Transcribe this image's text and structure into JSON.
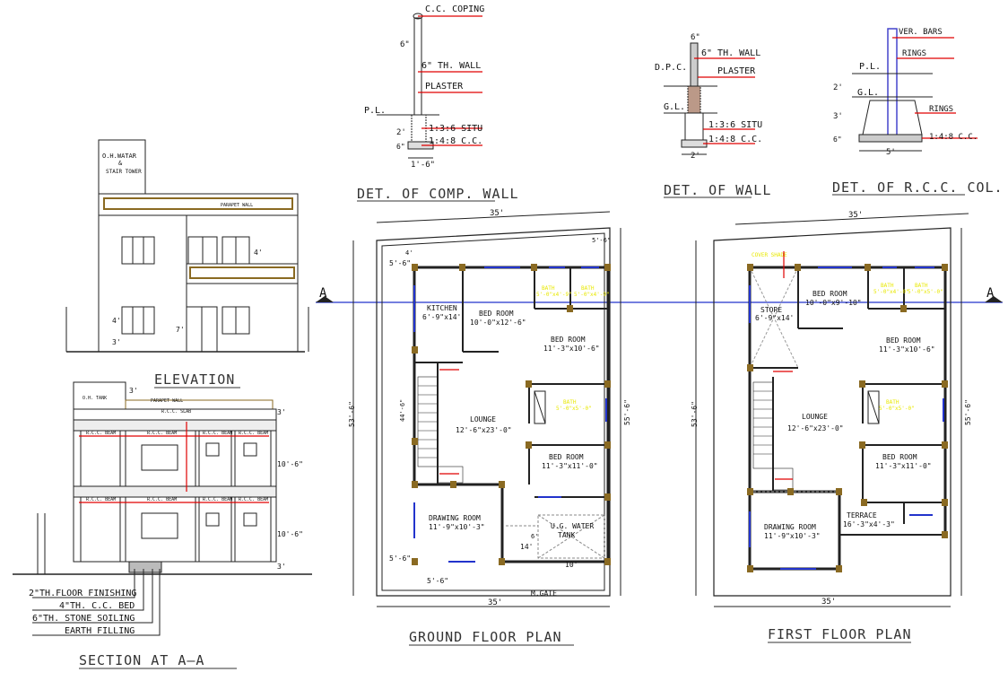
{
  "colors": {
    "accent_red": "#e00000",
    "section_line": "#2233cc",
    "door_brown": "#8a6a22",
    "room_label_yellow": "#e8e800"
  },
  "comp_wall": {
    "title": "DET. OF COMP. WALL",
    "labels": [
      "C.C. COPING",
      "6\" TH. WALL",
      "PLASTER",
      "1:3:6 SITU",
      "1:4:8 C.C."
    ],
    "pl": "P.L.",
    "dim_6": "6\"",
    "dim_2": "2'",
    "dim_6b": "6\"",
    "dim_bottom": "1'-6\""
  },
  "wall_detail": {
    "title": "DET. OF WALL",
    "labels": [
      "6\" TH. WALL",
      "PLASTER",
      "1:3:6 SITU",
      "1:4:8 C.C."
    ],
    "dpc": "D.P.C.",
    "gl": "G.L.",
    "dim_top": "6\"",
    "dim_bottom": "2'"
  },
  "rcc_col": {
    "title": "DET. OF R.C.C. COL.",
    "labels": [
      "VER. BARS",
      "RINGS",
      "RINGS",
      "1:4:8 C.C."
    ],
    "pl": "P.L.",
    "gl": "G.L.",
    "dim_2": "2'",
    "dim_3": "3'",
    "dim_6": "6\"",
    "dim_5": "5'"
  },
  "elevation": {
    "title": "ELEVATION",
    "oh_water": "O.H.WATAR",
    "amp": "&",
    "stair_tower": "STAIR TOWER",
    "parapet": "PARAPET WALL",
    "dim_4": "4'",
    "dim_3": "3'",
    "dim_7": "7'",
    "dim_4b": "4'"
  },
  "section": {
    "title": "SECTION AT A—A",
    "oh_tank": "O.H. TANK",
    "parapet": "PARAPET WALL",
    "rcc_slab": "R.C.C. SLAB",
    "beams_top": [
      "R.C.C. BEAM",
      "R.C.C. BEAM",
      "R.C.C. BEAM",
      "R.C.C. BEAM"
    ],
    "beams_mid": [
      "R.C.C. BEAM",
      "R.C.C. BEAM",
      "R.C.C. BEAM",
      "R.C.C. BEAM"
    ],
    "dim_3": "3'",
    "dim_3b": "3'",
    "dim_10_6": "10'-6\"",
    "dim_10_6b": "10'-6\"",
    "dim_3c": "3'",
    "layers": [
      "2\"TH.FLOOR FINISHING",
      "4\"TH. C.C. BED",
      "6\"TH. STONE SOILING",
      "EARTH FILLING"
    ]
  },
  "ground_floor": {
    "title": "GROUND FLOOR PLAN",
    "top_dim": "35'",
    "bottom_dim": "35'",
    "left_dim": "53'-6\"",
    "right_dim": "55'-6\"",
    "inner_left": "44'-6\"",
    "setback_tl": "5'-6\"",
    "setback_tr": "5'-6\"",
    "setback_top": "4'",
    "setback_bl": "5'-6\"",
    "setback_b": "5'-6\"",
    "section_mark": "A",
    "rooms": [
      {
        "name": "KITCHEN",
        "size": "6'-9\"x14'"
      },
      {
        "name": "BED ROOM",
        "size": "10'-0\"x12'-6\""
      },
      {
        "name": "BED ROOM",
        "size": "11'-3\"x10'-6\""
      },
      {
        "name": "LOUNGE",
        "size": "12'-6\"x23'-0\""
      },
      {
        "name": "BED ROOM",
        "size": "11'-3\"x11'-0\""
      },
      {
        "name": "DRAWING ROOM",
        "size": "11'-9\"x10'-3\""
      },
      {
        "name": "U.G. WATER",
        "size": "TANK"
      }
    ],
    "baths": [
      "BATH",
      "BATH",
      "BATH"
    ],
    "bath_sizes": [
      "5'-0\"x4'-9\"",
      "5'-0\"x4'-9\"",
      "5'-0\"x5'-0\""
    ],
    "dim_14": "14'",
    "dim_10": "10'",
    "dim_6": "6'",
    "gate": "M.GATE"
  },
  "first_floor": {
    "title": "FIRST FLOOR PLAN",
    "top_dim": "35'",
    "bottom_dim": "35'",
    "left_dim": "53'-6\"",
    "right_dim": "55'-6\"",
    "section_mark": "A",
    "cover_shade": "COVER SHADE",
    "rooms": [
      {
        "name": "STORE",
        "size": "6'-9\"x14'"
      },
      {
        "name": "BED ROOM",
        "size": "10'-0\"x9'-10\""
      },
      {
        "name": "BED ROOM",
        "size": "11'-3\"x10'-6\""
      },
      {
        "name": "LOUNGE",
        "size": "12'-6\"x23'-0\""
      },
      {
        "name": "BED ROOM",
        "size": "11'-3\"x11'-0\""
      },
      {
        "name": "DRAWING ROOM",
        "size": "11'-9\"x10'-3\""
      },
      {
        "name": "TERRACE",
        "size": "16'-3\"x4'-3\""
      }
    ],
    "baths": [
      "BATH",
      "BATH",
      "BATH"
    ],
    "bath_sizes": [
      "5'-0\"x4'-0\"",
      "5'-0\"x5'-0\"",
      "5'-0\"x5'-0\""
    ]
  }
}
